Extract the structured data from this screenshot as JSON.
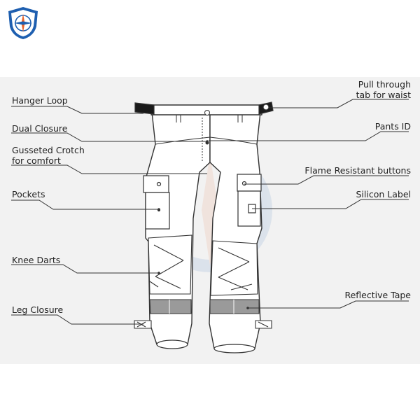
{
  "colors": {
    "panel_background": "#f2f2f2",
    "line": "#333333",
    "text": "#222222",
    "reflective_tape": "#9a9a9a",
    "logo_blue": "#1e5fb0",
    "logo_orange": "#e8642c"
  },
  "logo": {
    "icon": "compass-shield-icon"
  },
  "callouts": {
    "hanger_loop": "Hanger Loop",
    "dual_closure": "Dual Closure",
    "gusseted_crotch": [
      "Gusseted Crotch",
      "for comfort"
    ],
    "pockets": "Pockets",
    "knee_darts": "Knee Darts",
    "leg_closure": "Leg Closure",
    "pull_through_tab": [
      "Pull through",
      "tab for waist"
    ],
    "pants_id": "Pants ID",
    "flame_resistant_buttons": "Flame Resistant buttons",
    "silicon_label": "Silicon Label",
    "reflective_tape": "Reflective Tape"
  }
}
